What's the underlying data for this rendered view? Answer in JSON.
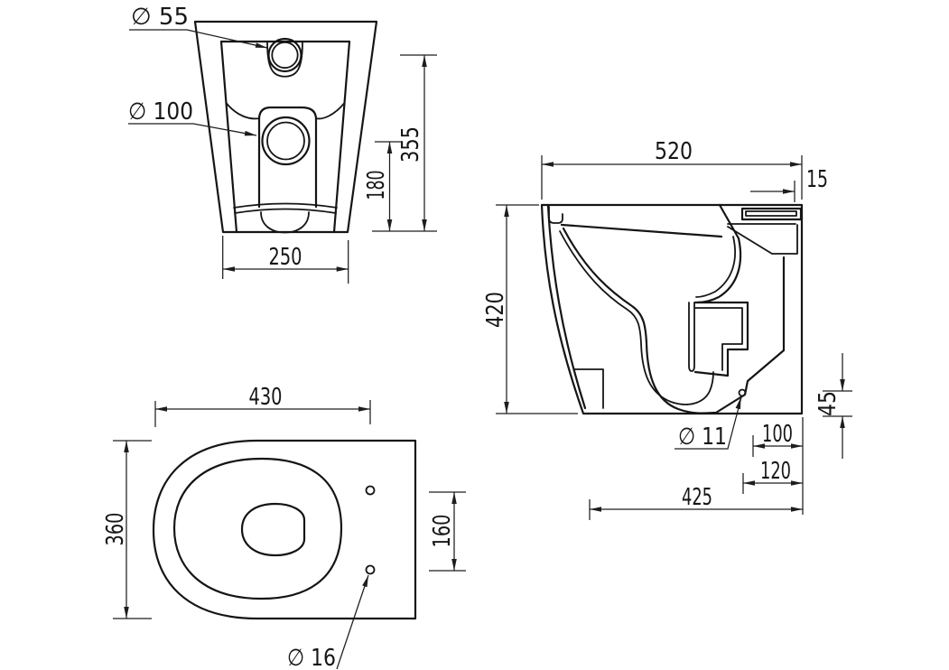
{
  "drawing": {
    "rear_view": {
      "label_small_hole": "∅ 55",
      "label_large_hole": "∅ 100",
      "dim_height": "355",
      "dim_hole_height": "180",
      "dim_base_width": "250"
    },
    "side_view": {
      "dim_depth": "520",
      "dim_spigot": "15",
      "dim_height": "420",
      "label_fixing_hole": "∅ 11",
      "dim_hole_offset_a": "100",
      "dim_hole_offset_b": "120",
      "dim_base_depth": "425",
      "dim_hole_height": "45"
    },
    "top_view": {
      "dim_width": "430",
      "dim_depth": "360",
      "dim_hole_spacing": "160",
      "label_fixing_hole": "∅ 16"
    }
  }
}
